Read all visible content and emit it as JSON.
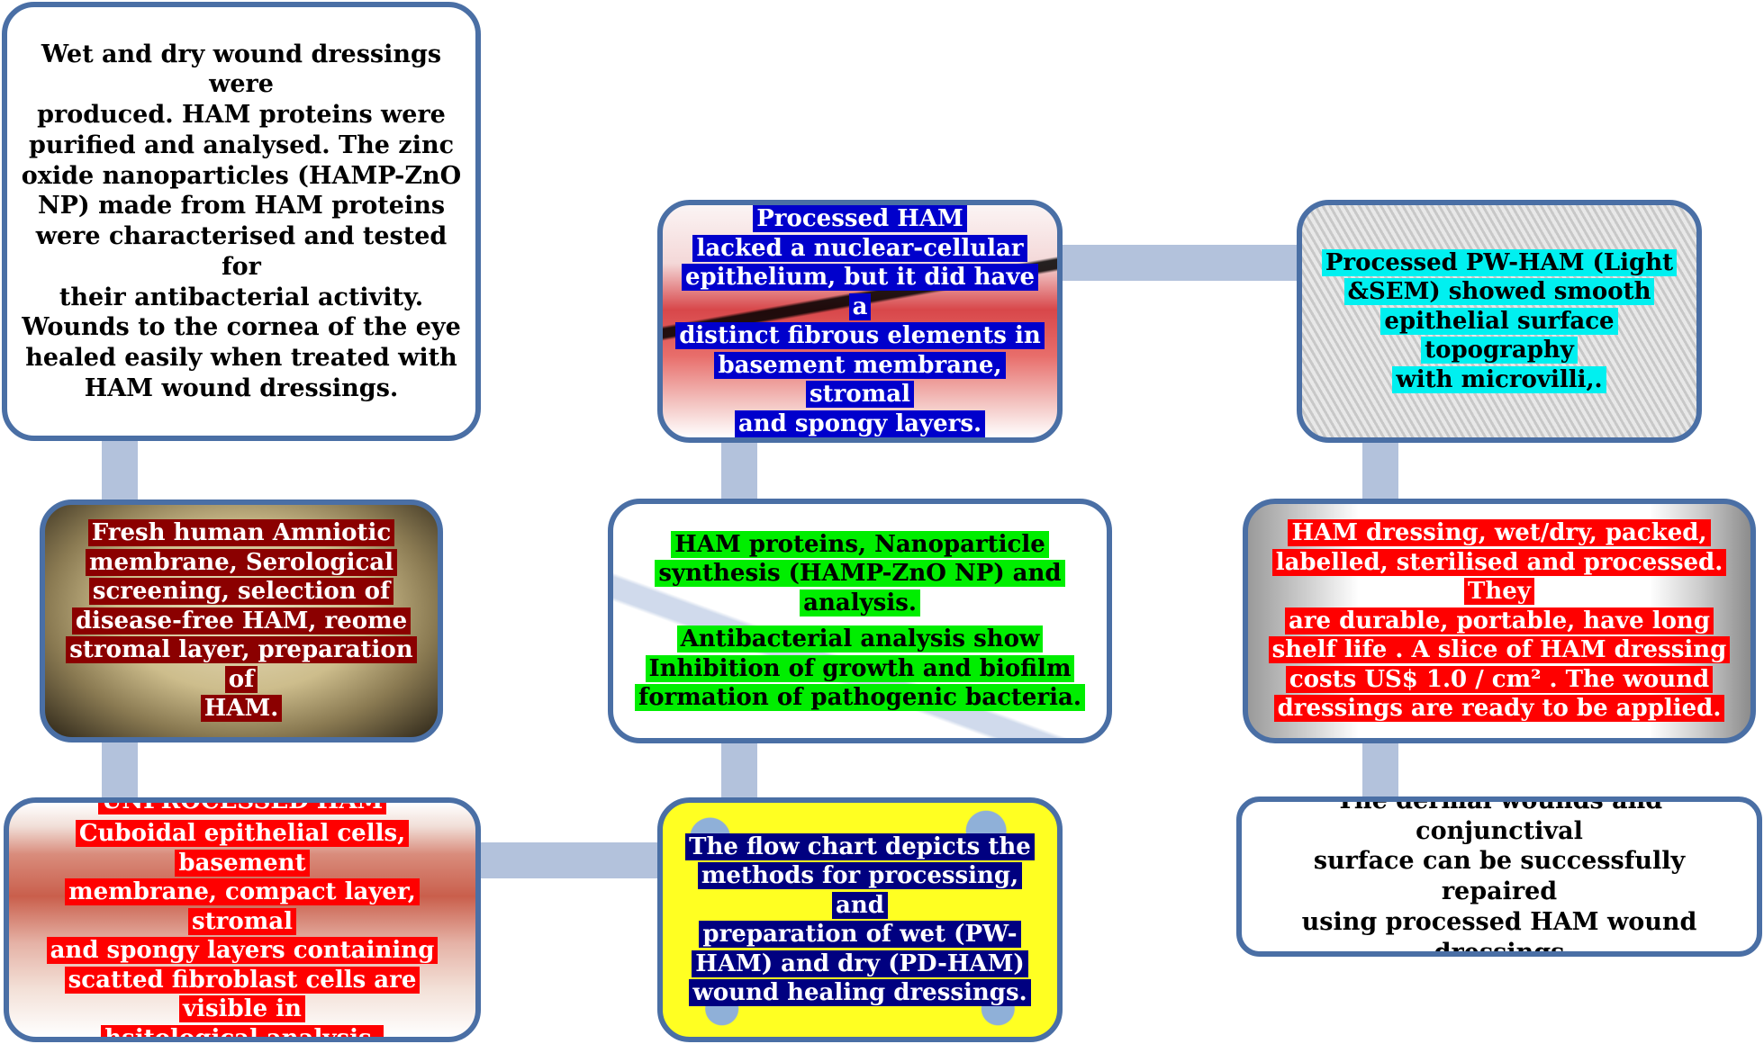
{
  "colors": {
    "border": "#4a6fa5",
    "connector": "#b3c2dc",
    "dark_red": "#8b0000",
    "red": "#ff0000",
    "blue": "#0000cc",
    "cyan": "#00f0f0",
    "green": "#00ee00",
    "navy": "#000080",
    "yellow": "#ffff22"
  },
  "nodes": {
    "summary": {
      "lines": [
        "Wet and dry wound dressings were",
        "produced. HAM proteins were",
        "purified  and analysed. The zinc",
        "oxide nanoparticles (HAMP-ZnO",
        "NP) made from HAM proteins",
        "were characterised and tested for",
        "their antibacterial activity.",
        "Wounds to the cornea of the eye",
        "healed easily when treated with",
        "HAM wound dressings."
      ]
    },
    "fresh": {
      "lines": [
        "Fresh human Amniotic",
        "membrane, Serological",
        "screening, selection of",
        "disease-free HAM, reome",
        "stromal layer, preparation of",
        "HAM."
      ]
    },
    "unprocessed": {
      "title": "UNPROCESSED HAM",
      "lines": [
        "Cuboidal epithelial cells, basement",
        "membrane, compact layer, stromal",
        "and spongy layers containing",
        "scatted fibroblast cells are visible in",
        "hsitological analysis."
      ]
    },
    "processed": {
      "lines": [
        "Processed HAM",
        "lacked a nuclear-cellular",
        "epithelium, but it  did have a",
        "distinct fibrous elements in",
        "basement membrane, stromal",
        "and spongy layers."
      ]
    },
    "proteins": {
      "lines_a": [
        "HAM proteins, Nanoparticle",
        "synthesis (HAMP-ZnO NP) and",
        "analysis."
      ],
      "lines_b": [
        "Antibacterial analysis show",
        "Inhibition of growth and biofilm",
        "formation of  pathogenic bacteria."
      ]
    },
    "flowchart": {
      "lines": [
        "The flow chart depicts the",
        "methods for processing, and",
        "preparation of wet (PW-",
        "HAM) and dry (PD-HAM)",
        "wound healing dressings."
      ]
    },
    "pwham": {
      "lines": [
        "Processed PW-HAM (Light",
        "&SEM)  showed smooth",
        "epithelial surface topography",
        "with microvilli,."
      ]
    },
    "dressing": {
      "lines": [
        "HAM dressing, wet/dry, packed,",
        "labelled, sterilised and processed. They",
        "are  durable, portable, have long",
        "shelf life . A slice of HAM dressing",
        "costs US$ 1.0 / cm² . The wound",
        "dressings are ready to be applied."
      ]
    },
    "conclusion": {
      "lines": [
        "The dermal wounds and conjunctival",
        "surface can be successfully repaired",
        "using processed HAM wound dressings"
      ]
    }
  }
}
